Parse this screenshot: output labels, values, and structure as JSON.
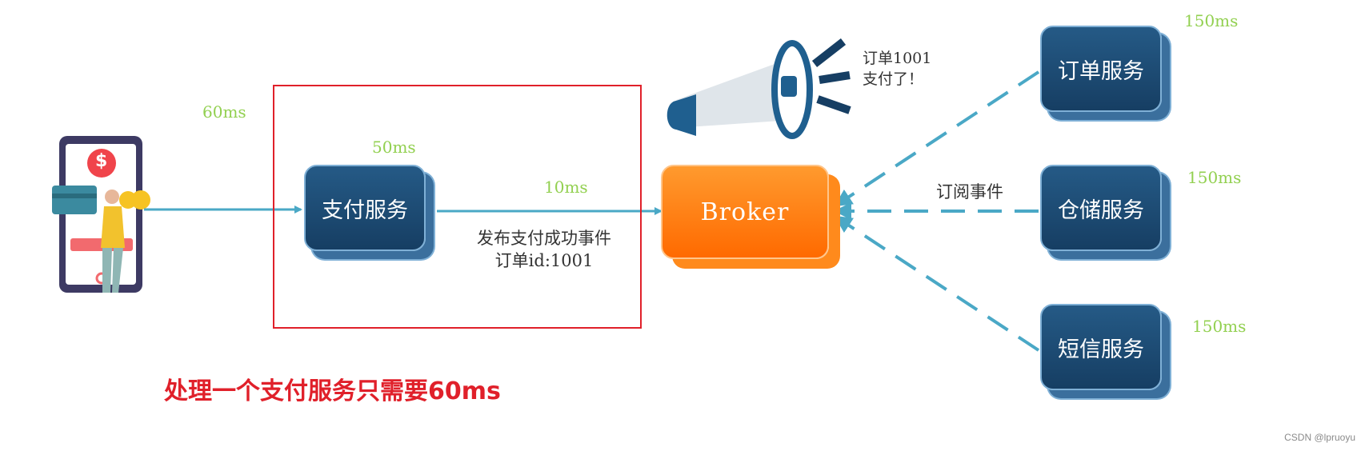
{
  "client": {
    "currency_symbol": "$"
  },
  "timings": {
    "client_to_payment": "60ms",
    "payment_service": "50ms",
    "payment_to_broker": "10ms",
    "order_service": "150ms",
    "storage_service": "150ms",
    "sms_service": "150ms"
  },
  "services": {
    "payment": "支付服务",
    "order": "订单服务",
    "storage": "仓储服务",
    "sms": "短信服务"
  },
  "broker": {
    "label": "Broker"
  },
  "publish_note": {
    "line1": "发布支付成功事件",
    "line2": "订单id:1001"
  },
  "announcement": {
    "line1": "订单1001",
    "line2": "支付了！"
  },
  "subscribe_label": "订阅事件",
  "headline": "处理一个支付服务只需要60ms",
  "watermark": "CSDN @lpruoyu",
  "colors": {
    "service_blue": "#1c4a73",
    "broker_orange": "#ff7a10",
    "arrow_teal": "#4aa8c6",
    "timing_green": "#92d050",
    "highlight_red": "#e0202a"
  }
}
